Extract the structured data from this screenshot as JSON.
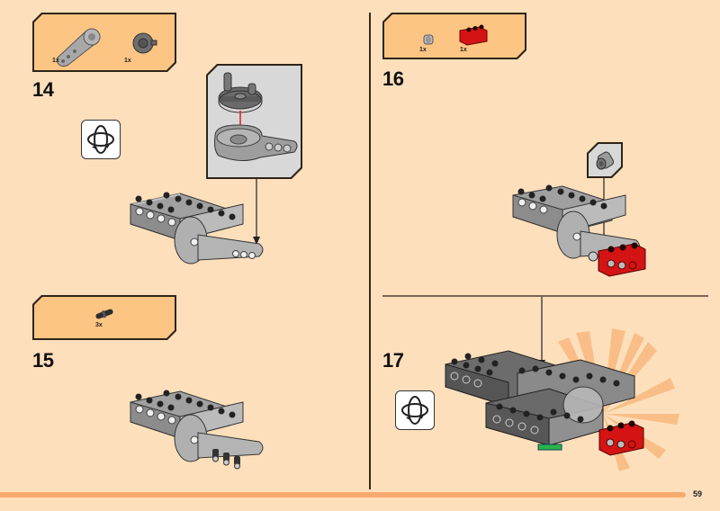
{
  "page": {
    "number": "59",
    "background_color": "#fddfbc",
    "accent_color": "#f9ab6f",
    "parts_box_color": "#fcc583"
  },
  "steps": [
    {
      "number": "14",
      "parts": [
        {
          "name": "gray-arm-with-disc",
          "qty": "1x"
        },
        {
          "name": "dark-gray-turntable-disc",
          "qty": "1x"
        }
      ],
      "has_rotate_icon": true,
      "has_callout": true
    },
    {
      "number": "15",
      "parts": [
        {
          "name": "black-pin",
          "qty": "3x"
        }
      ],
      "has_rotate_icon": false,
      "has_callout": false
    },
    {
      "number": "16",
      "parts": [
        {
          "name": "light-gray-bush",
          "qty": "1x"
        },
        {
          "name": "red-technic-brick-1x3",
          "qty": "1x"
        }
      ],
      "has_rotate_icon": false,
      "has_callout": true
    },
    {
      "number": "17",
      "parts": [],
      "has_rotate_icon": true,
      "has_callout": false
    }
  ],
  "icons": {
    "rotate": "rotate-model-icon"
  }
}
